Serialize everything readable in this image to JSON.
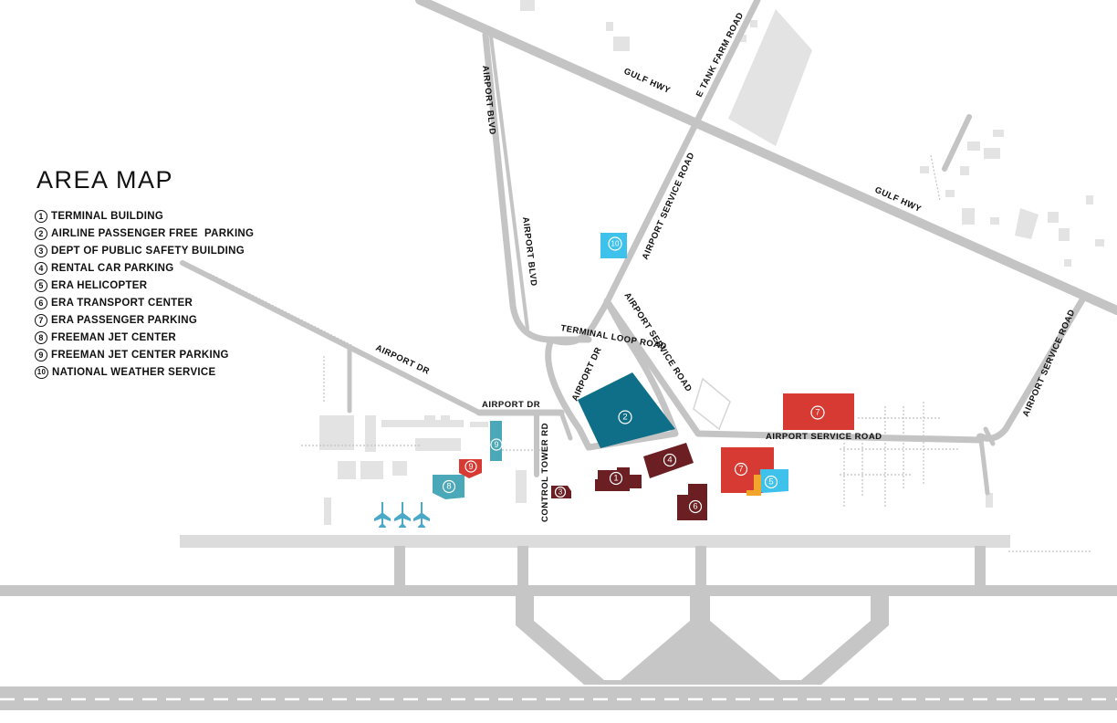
{
  "title": "AREA MAP",
  "legend": [
    {
      "num": "1",
      "label": "TERMINAL BUILDING"
    },
    {
      "num": "2",
      "label": "AIRLINE PASSENGER FREE  PARKING"
    },
    {
      "num": "3",
      "label": "DEPT OF PUBLIC SAFETY BUILDING"
    },
    {
      "num": "4",
      "label": "RENTAL CAR PARKING"
    },
    {
      "num": "5",
      "label": "ERA HELICOPTER"
    },
    {
      "num": "6",
      "label": "ERA TRANSPORT CENTER"
    },
    {
      "num": "7",
      "label": "ERA PASSENGER PARKING"
    },
    {
      "num": "8",
      "label": "FREEMAN JET CENTER"
    },
    {
      "num": "9",
      "label": "FREEMAN JET CENTER PARKING"
    },
    {
      "num": "10",
      "label": "NATIONAL WEATHER SERVICE"
    }
  ],
  "roads": {
    "gulf_hwy_1": "GULF HWY",
    "gulf_hwy_2": "GULF HWY",
    "e_tank_farm": "E TANK FARM ROAD",
    "airport_blvd_1": "AIRPORT BLVD",
    "airport_blvd_2": "AIRPORT BLVD",
    "airport_service_1": "AIRPORT SERVICE ROAD",
    "airport_service_2": "AIRPORT SERVICE ROAD",
    "airport_service_3": "AIRPORT SERVICE ROAD",
    "airport_service_4": "AIRPORT SERVICE ROAD",
    "terminal_loop": "TERMINAL LOOP ROAD",
    "airport_dr_1": "AIRPORT DR",
    "airport_dr_2": "AIRPORT DR",
    "airport_dr_3": "AIRPORT DR",
    "control_tower": "CONTROL TOWER RD"
  },
  "markers": {
    "m1": "1",
    "m2": "2",
    "m3": "3",
    "m4": "4",
    "m5": "5",
    "m6": "6",
    "m7a": "7",
    "m7b": "7",
    "m8": "8",
    "m9": "9",
    "m10": "10"
  },
  "colors": {
    "road": "#c4c4c4",
    "runway": "#c6c6c6",
    "terminal": "#6b1f22",
    "parking_teal": "#0f6f88",
    "era_red": "#d63a33",
    "heli_cyan": "#3ec1ea",
    "freeman_teal": "#4aa8b8",
    "plane_blue": "#4aa8c8",
    "amber": "#f2a52b"
  }
}
